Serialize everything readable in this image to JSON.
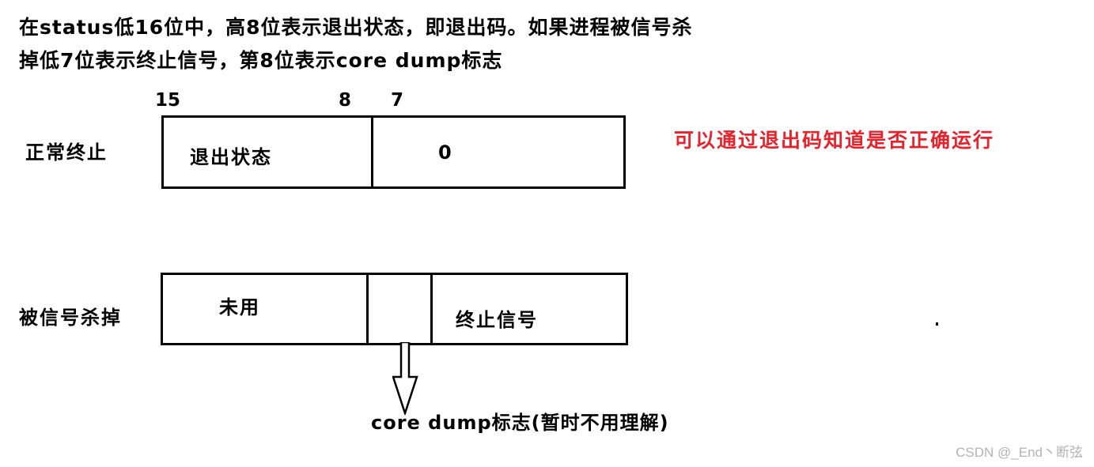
{
  "intro": {
    "line1": "在status低16位中，高8位表示退出状态，即退出码。如果进程被信号杀",
    "line2": "掉低7位表示终止信号，第8位表示core dump标志"
  },
  "bit_labels": {
    "bit15": "15",
    "bit8": "8",
    "bit7": "7"
  },
  "normal_exit": {
    "label": "正常终止",
    "high_byte": "退出状态",
    "low_byte": "0",
    "note": "可以通过退出码知道是否正确运行"
  },
  "signal_kill": {
    "label": "被信号杀掉",
    "high_byte": "未用",
    "core_bit": "",
    "low_bits": "终止信号",
    "core_dump_caption": "core dump标志(暂时不用理解)"
  },
  "watermark": "CSDN @_End丶断弦"
}
